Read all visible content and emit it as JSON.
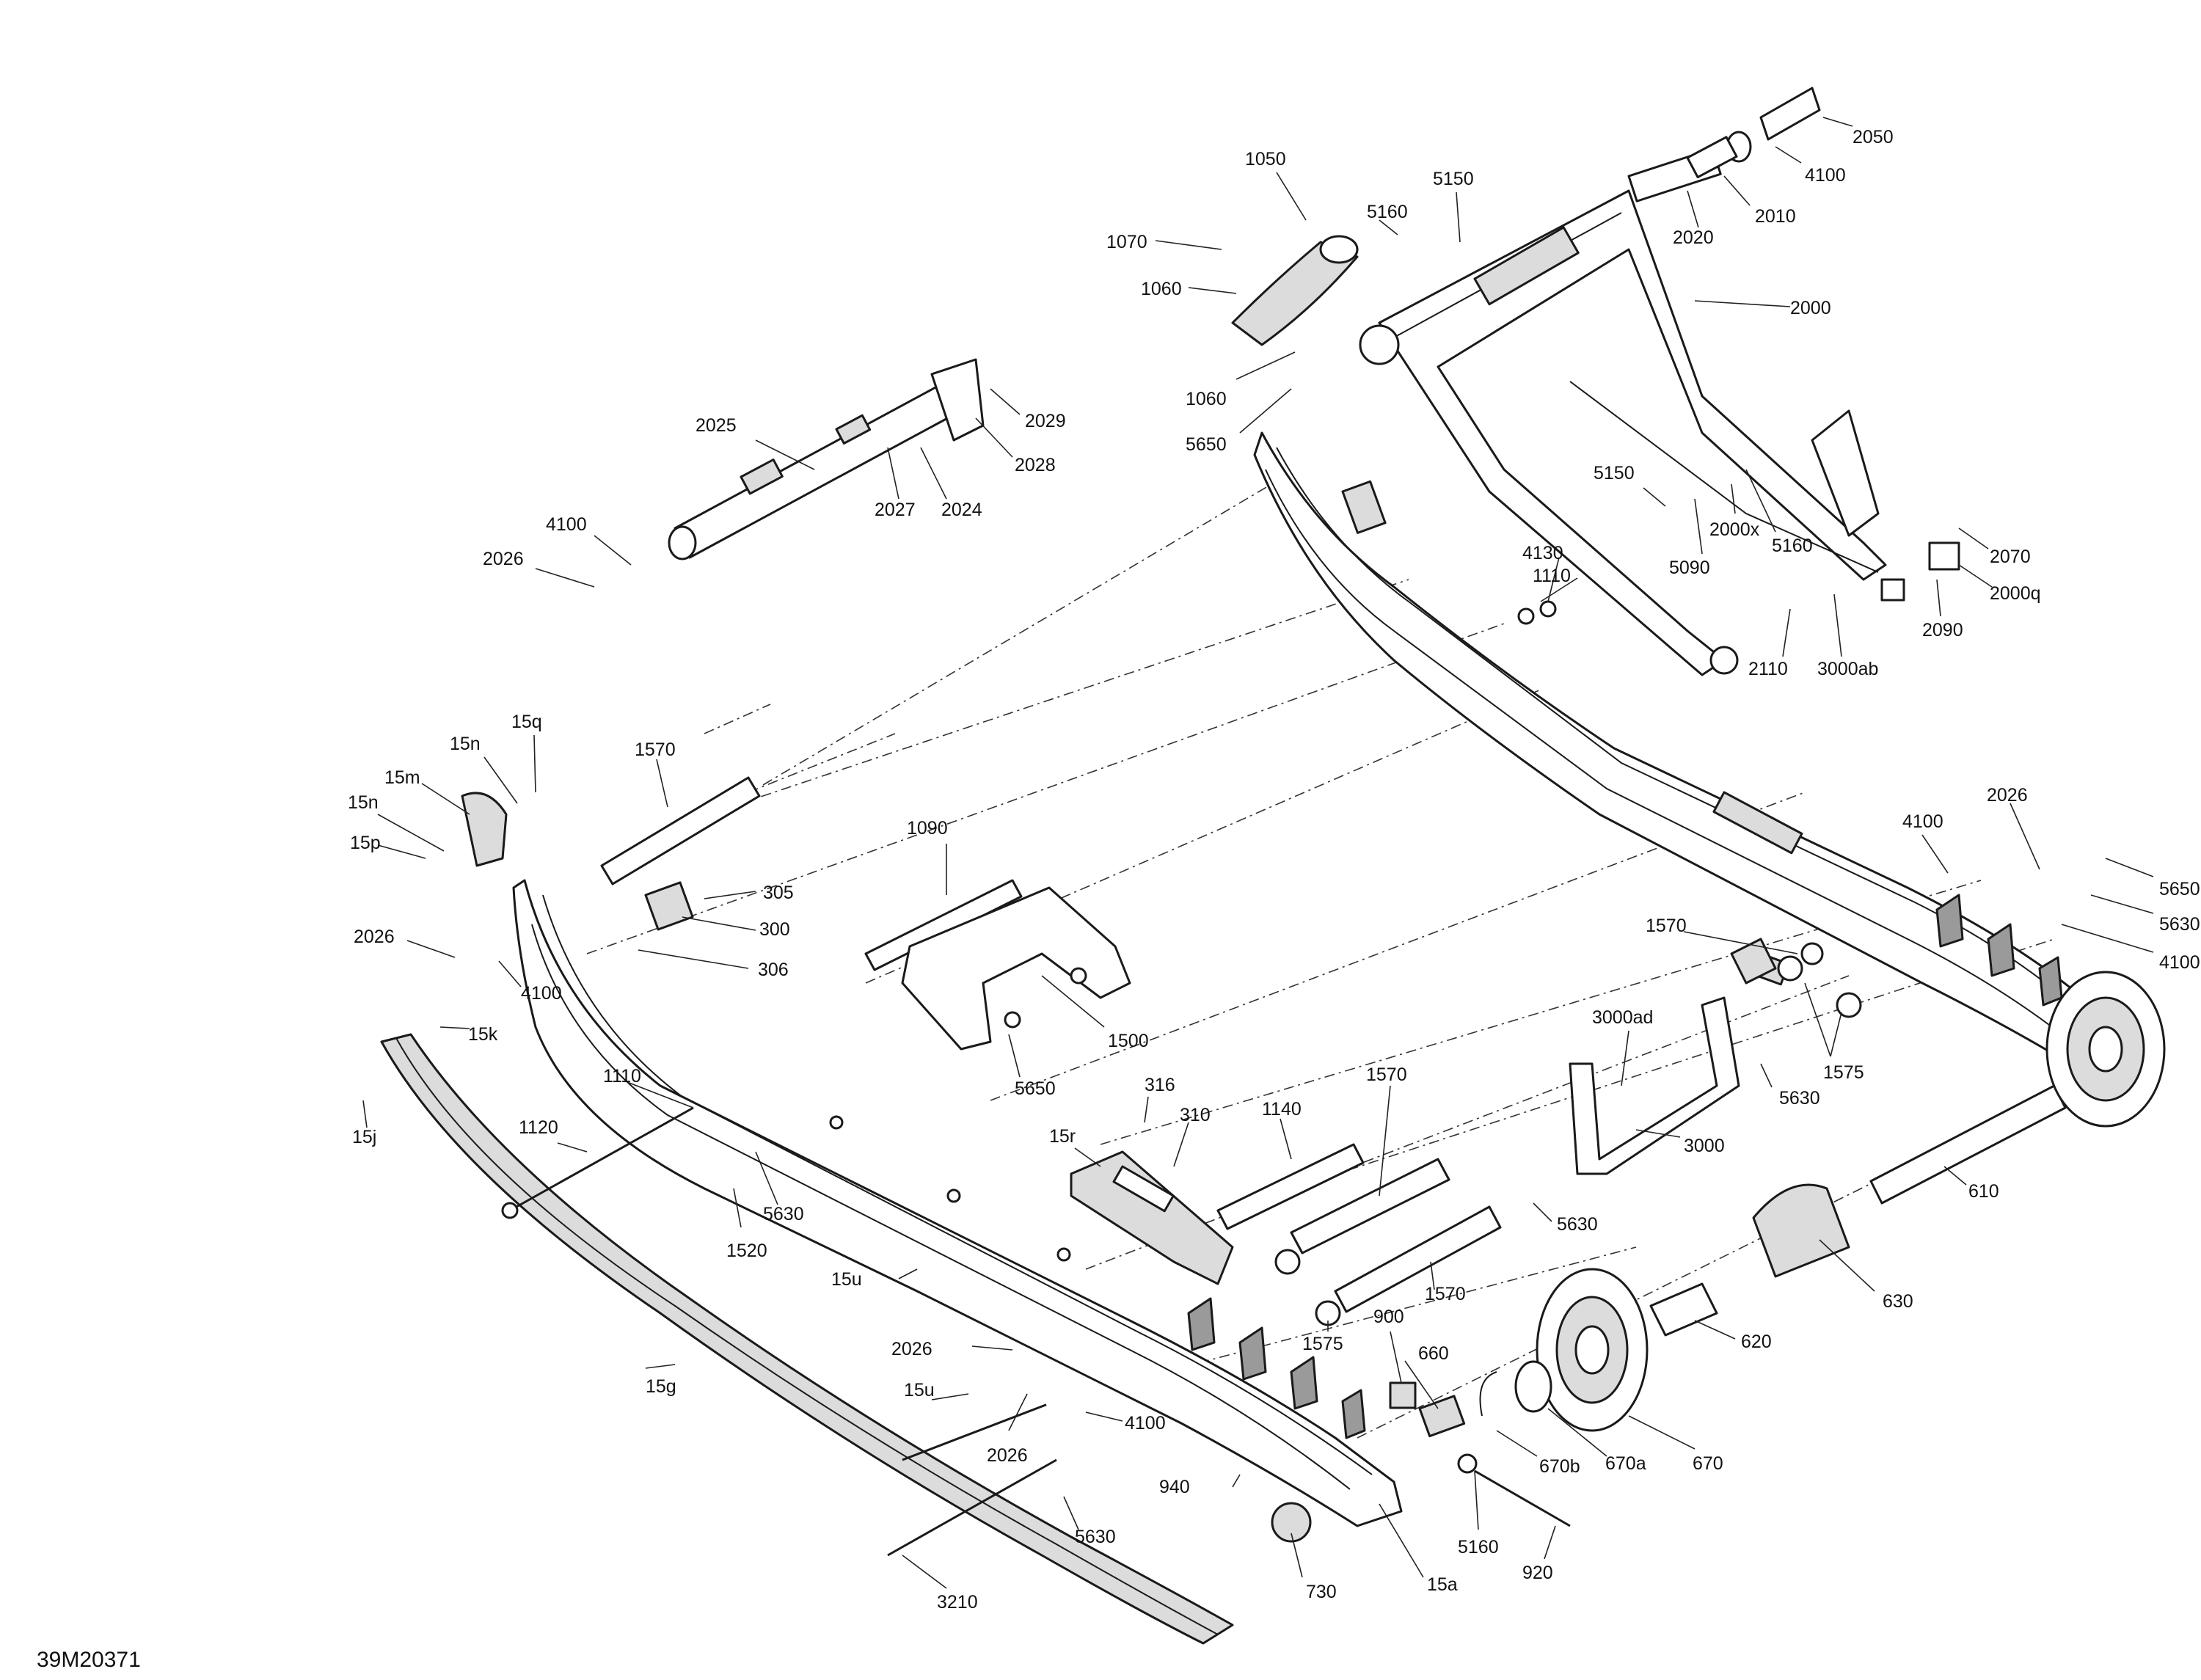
{
  "figure_id": "39M20371",
  "callouts": [
    {
      "id": "1050"
    },
    {
      "id": "1070"
    },
    {
      "id": "1060a",
      "text": "1060"
    },
    {
      "id": "1060b",
      "text": "1060"
    },
    {
      "id": "5650a",
      "text": "5650"
    },
    {
      "id": "5150a",
      "text": "5150"
    },
    {
      "id": "5160a",
      "text": "5160"
    },
    {
      "id": "2050"
    },
    {
      "id": "4100a",
      "text": "4100"
    },
    {
      "id": "2010"
    },
    {
      "id": "2020"
    },
    {
      "id": "2000"
    },
    {
      "id": "2025"
    },
    {
      "id": "2029"
    },
    {
      "id": "2028"
    },
    {
      "id": "2027"
    },
    {
      "id": "2024"
    },
    {
      "id": "4100b",
      "text": "4100"
    },
    {
      "id": "2026a",
      "text": "2026"
    },
    {
      "id": "5150b",
      "text": "5150"
    },
    {
      "id": "2000x"
    },
    {
      "id": "5090"
    },
    {
      "id": "5160b",
      "text": "5160"
    },
    {
      "id": "2070"
    },
    {
      "id": "2000q"
    },
    {
      "id": "2090"
    },
    {
      "id": "3000ab"
    },
    {
      "id": "2110"
    },
    {
      "id": "1110a",
      "text": "1110"
    },
    {
      "id": "4130"
    },
    {
      "id": "15q"
    },
    {
      "id": "15n_a",
      "text": "15n"
    },
    {
      "id": "15m"
    },
    {
      "id": "15n_b",
      "text": "15n"
    },
    {
      "id": "15p"
    },
    {
      "id": "1570a",
      "text": "1570"
    },
    {
      "id": "1090"
    },
    {
      "id": "305"
    },
    {
      "id": "300"
    },
    {
      "id": "306"
    },
    {
      "id": "2026b",
      "text": "2026"
    },
    {
      "id": "4100c",
      "text": "4100"
    },
    {
      "id": "1500"
    },
    {
      "id": "5650b",
      "text": "5650"
    },
    {
      "id": "4100d",
      "text": "4100"
    },
    {
      "id": "2026c",
      "text": "2026"
    },
    {
      "id": "5650c",
      "text": "5650"
    },
    {
      "id": "5630a",
      "text": "5630"
    },
    {
      "id": "4100e",
      "text": "4100"
    },
    {
      "id": "1570b",
      "text": "1570"
    },
    {
      "id": "3000ad"
    },
    {
      "id": "5630b",
      "text": "5630"
    },
    {
      "id": "1575a",
      "text": "1575"
    },
    {
      "id": "15k"
    },
    {
      "id": "15j"
    },
    {
      "id": "1110b",
      "text": "1110"
    },
    {
      "id": "1120"
    },
    {
      "id": "5630c",
      "text": "5630"
    },
    {
      "id": "1520"
    },
    {
      "id": "316"
    },
    {
      "id": "310"
    },
    {
      "id": "15r"
    },
    {
      "id": "1140"
    },
    {
      "id": "1570c",
      "text": "1570"
    },
    {
      "id": "3000"
    },
    {
      "id": "610"
    },
    {
      "id": "5630d",
      "text": "5630"
    },
    {
      "id": "15u_a",
      "text": "15u"
    },
    {
      "id": "1570d",
      "text": "1570"
    },
    {
      "id": "630"
    },
    {
      "id": "2026d",
      "text": "2026"
    },
    {
      "id": "1575b",
      "text": "1575"
    },
    {
      "id": "900"
    },
    {
      "id": "660"
    },
    {
      "id": "620"
    },
    {
      "id": "15g"
    },
    {
      "id": "15u_b",
      "text": "15u"
    },
    {
      "id": "2026e",
      "text": "2026"
    },
    {
      "id": "4100f",
      "text": "4100"
    },
    {
      "id": "670b"
    },
    {
      "id": "670a"
    },
    {
      "id": "670"
    },
    {
      "id": "940"
    },
    {
      "id": "5630e",
      "text": "5630"
    },
    {
      "id": "5160c",
      "text": "5160"
    },
    {
      "id": "920"
    },
    {
      "id": "730"
    },
    {
      "id": "15a"
    },
    {
      "id": "3210"
    }
  ]
}
